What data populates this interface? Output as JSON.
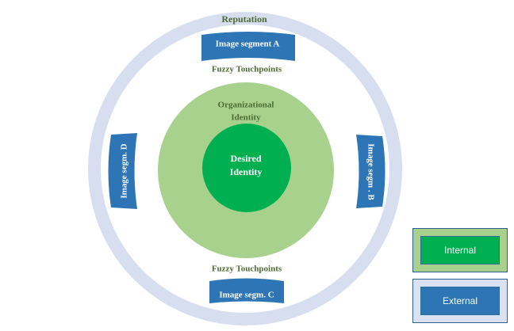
{
  "diagram": {
    "outer_ring_label": "Reputation",
    "top_touchpoints": "Fuzzy Touchpoints",
    "bottom_touchpoints": "Fuzzy Touchpoints",
    "middle_label_line1": "Organizational",
    "middle_label_line2": "Identity",
    "inner_label_line1": "Desired",
    "inner_label_line2": "Identity",
    "segment_a": "Image segment A",
    "segment_b": "Image segm . B",
    "segment_c": "Image segm. C",
    "segment_d": "Image segm. D"
  },
  "legend": {
    "internal": "Internal",
    "external": "External"
  },
  "colors": {
    "outer_ring": "#d6deef",
    "middle_circle": "#a9d18e",
    "inner_circle": "#00b050",
    "segment_banner": "#2e75b6",
    "label_text": "#4e6b33"
  }
}
